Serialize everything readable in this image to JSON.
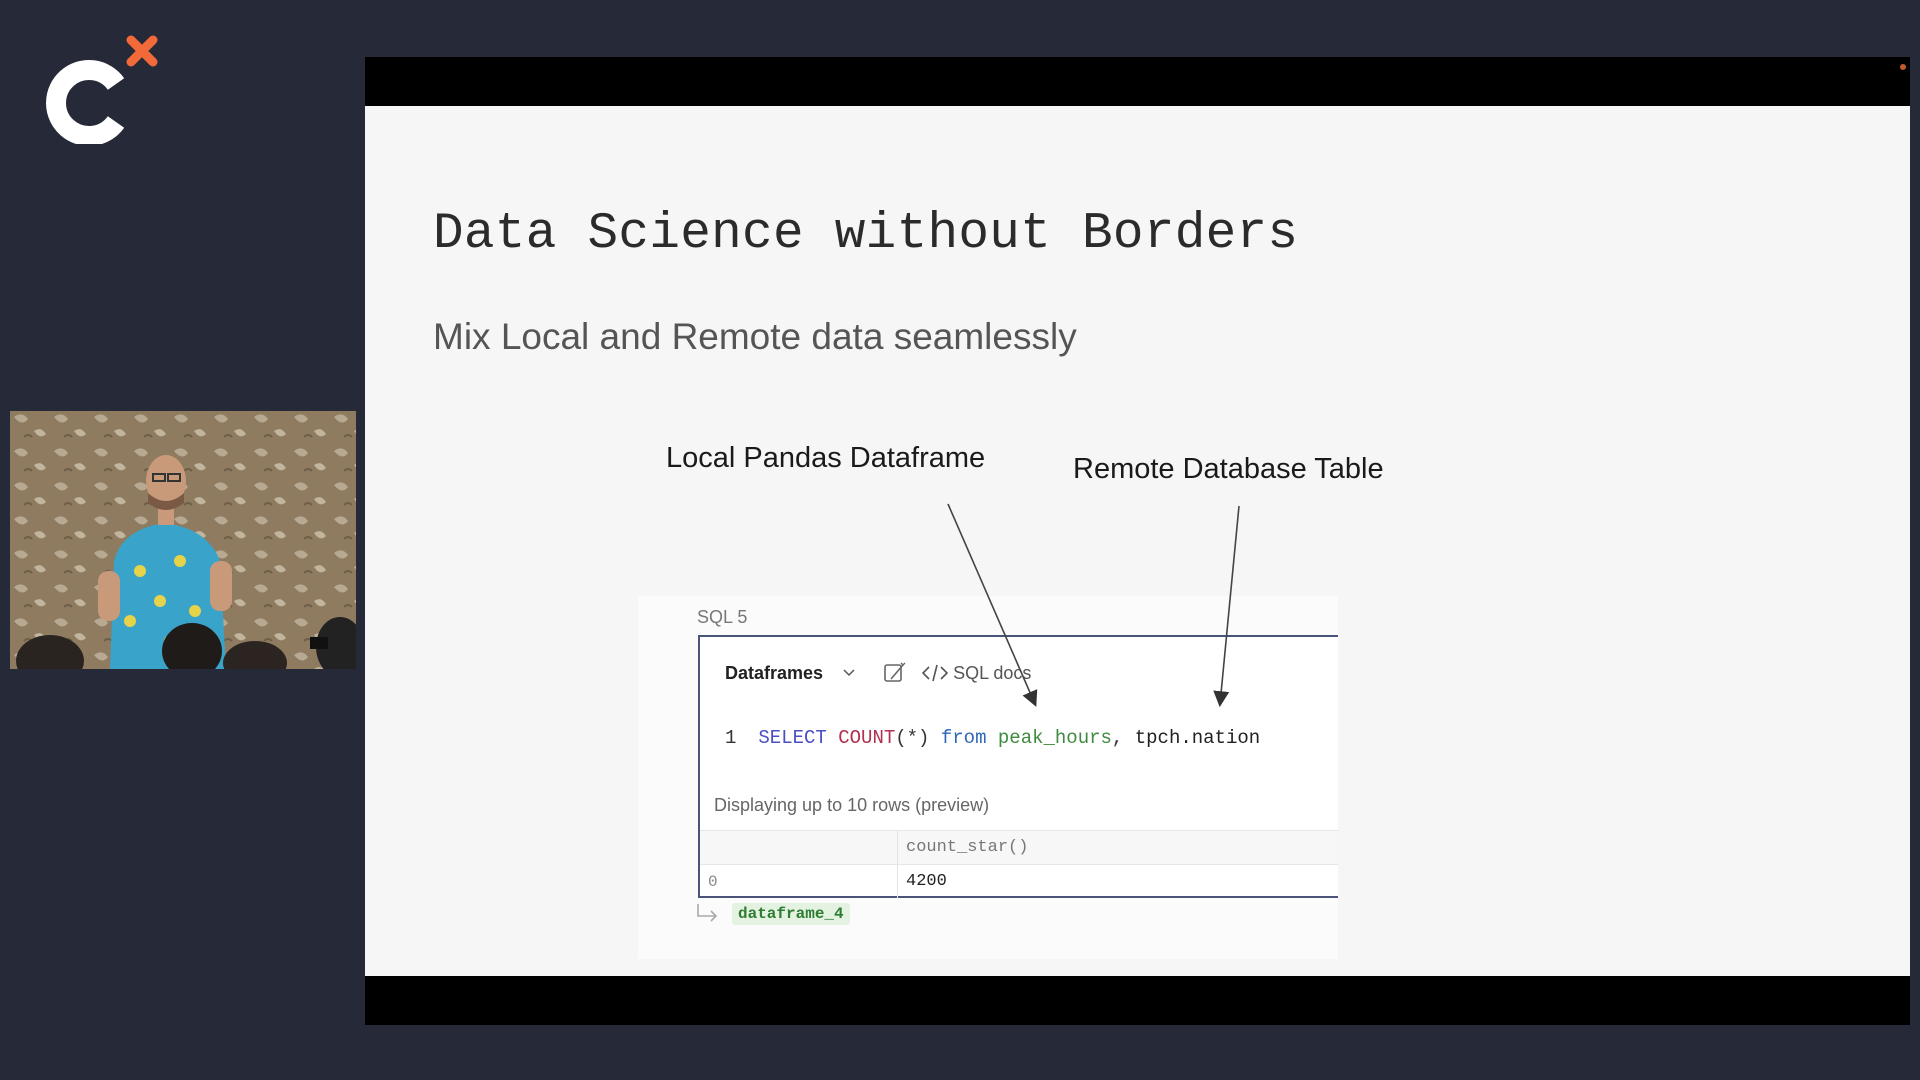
{
  "brand": {
    "logo_icon": "conference-logo-icon",
    "accent_color": "#f26a3a"
  },
  "speaker_video": {
    "description_icon": "speaker-camera-feed"
  },
  "slide": {
    "title": "Data Science without Borders",
    "subtitle": "Mix Local and Remote data seamlessly",
    "annotations": {
      "local": "Local Pandas Dataframe",
      "remote": "Remote Database Table"
    },
    "notebook": {
      "cell_label": "SQL 5",
      "toolbar": {
        "source_label": "Dataframes",
        "docs_label": "SQL docs"
      },
      "code": {
        "line_number": "1",
        "select": "SELECT",
        "count": "COUNT",
        "count_args": "(*)",
        "from": "from",
        "table_local": "peak_hours",
        "comma": ",",
        "table_remote": "tpch.nation"
      },
      "preview_text": "Displaying up to 10 rows (preview)",
      "result_table": {
        "columns": [
          "",
          "count_star()"
        ],
        "rows": [
          {
            "index": "0",
            "value": "4200"
          }
        ]
      },
      "output_variable": "dataframe_4"
    }
  }
}
